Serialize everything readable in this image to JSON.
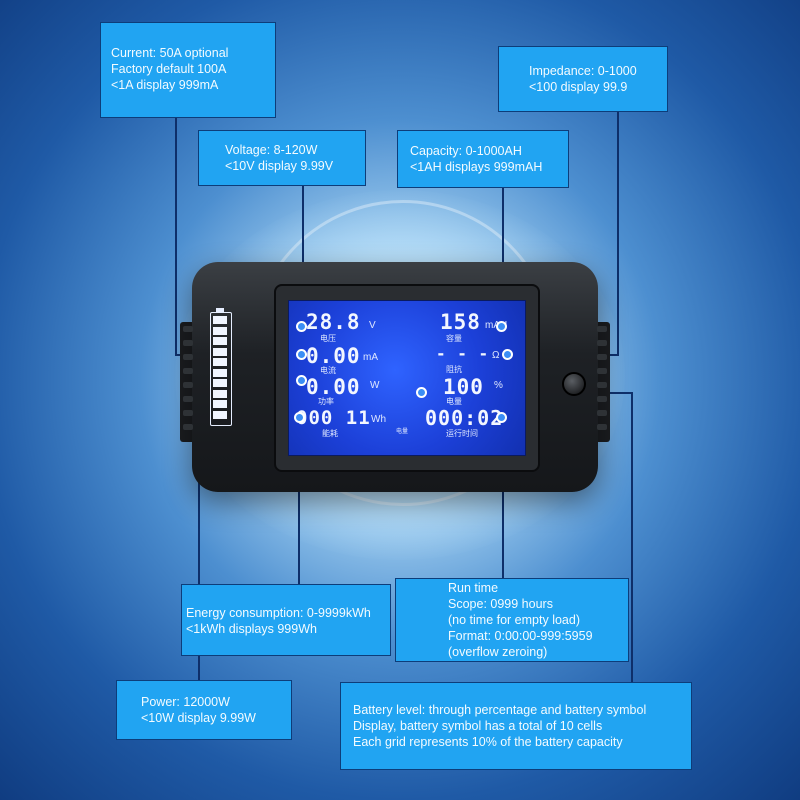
{
  "callouts": {
    "current": [
      "Current: 50A optional",
      "Factory default 100A",
      "<1A display 999mA"
    ],
    "impedance": [
      "Impedance: 0-1000",
      "<100 display 99.9"
    ],
    "voltage": [
      "Voltage: 8-120W",
      "<10V display 9.99V"
    ],
    "capacity": [
      "Capacity: 0-1000AH",
      "<1AH displays 999mAH"
    ],
    "energy": [
      "Energy consumption: 0-9999kWh",
      "<1kWh displays 999Wh"
    ],
    "runtime": [
      "Run time",
      "Scope: 0999 hours",
      "(no time for empty load)",
      "Format: 0:00:00-999:5959",
      "(overflow zeroing)"
    ],
    "power": [
      "Power: 12000W",
      "<10W display 9.99W"
    ],
    "battery": [
      "Battery level: through percentage and battery symbol",
      "Display, battery symbol has a total of 10 cells",
      "Each grid represents 10% of the battery capacity"
    ]
  },
  "display": {
    "voltage": {
      "value": "28.8",
      "unit": "V",
      "label": "电压"
    },
    "current": {
      "value": "0.00",
      "unit": "mA",
      "label": "电流"
    },
    "power": {
      "value": "0.00",
      "unit": "W",
      "label": "功率"
    },
    "energy": {
      "value": "000 11",
      "unit": "Wh",
      "label": "能耗"
    },
    "capacity": {
      "value": "158",
      "unit": "mAH",
      "label": "容量"
    },
    "impedance": {
      "value": "- - -",
      "unit": "Ω",
      "label": "阻抗"
    },
    "percent": {
      "value": "100",
      "unit": "%",
      "label": "电量"
    },
    "runtime": {
      "value": "000:02",
      "label": "运行时间"
    },
    "battery_label": "电量",
    "battery_cells": 10
  },
  "colors": {
    "callout_bg": "#21a4f2",
    "lcd_bg": "#1c40d8",
    "segment": "#f2f6ff"
  }
}
